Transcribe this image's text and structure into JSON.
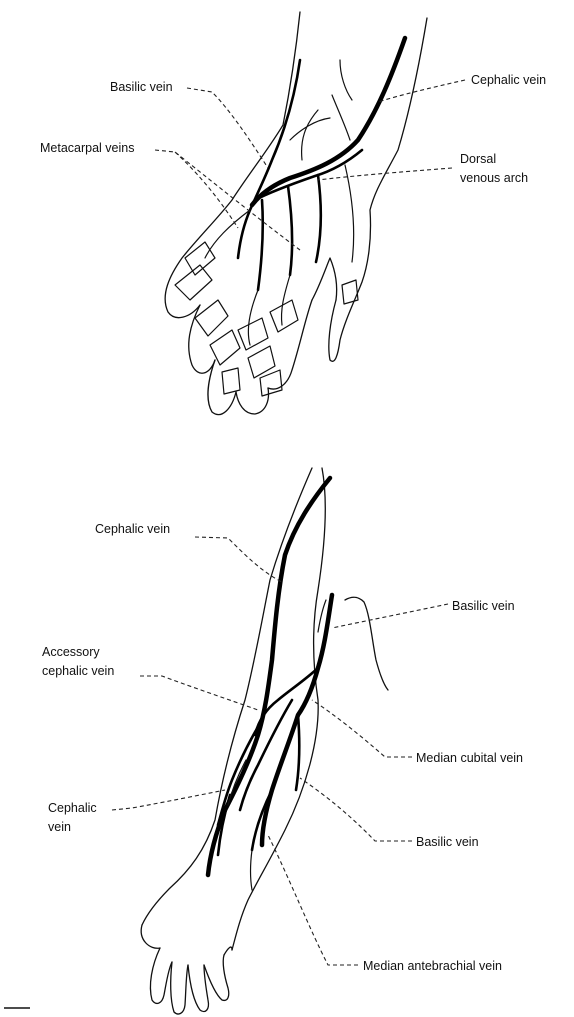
{
  "colors": {
    "ink": "#111111",
    "background": "#ffffff"
  },
  "hand_diagram": {
    "labels": {
      "basilic": "Basilic vein",
      "cephalic": "Cephalic vein",
      "metacarpal": "Metacarpal veins",
      "dorsal_line1": "Dorsal",
      "dorsal_line2": "venous arch"
    }
  },
  "forearm_diagram": {
    "labels": {
      "cephalic_top": "Cephalic vein",
      "basilic_top": "Basilic vein",
      "accessory_line1": "Accessory",
      "accessory_line2": "cephalic vein",
      "median_cubital": "Median cubital vein",
      "cephalic_lower_line1": "Cephalic",
      "cephalic_lower_line2": "vein",
      "basilic_lower": "Basilic vein",
      "median_antebrachial": "Median antebrachial vein"
    }
  }
}
